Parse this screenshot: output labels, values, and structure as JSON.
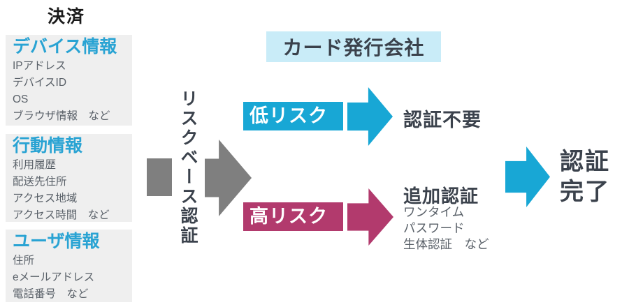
{
  "heading": "決済",
  "colors": {
    "cyan": "#18a7d5",
    "magenta": "#b23a6d",
    "gray": "#7f7f7f",
    "issuer_highlight": "#c9ecf8",
    "panel_background": "#efefef",
    "dark_text": "#3b424c",
    "body_text": "#5a6169"
  },
  "info_panels": [
    {
      "title": "デバイス情報",
      "items": [
        "IPアドレス",
        "デバイスID",
        "OS",
        "ブラウザ情報　など"
      ]
    },
    {
      "title": "行動情報",
      "items": [
        "利用履歴",
        "配送先住所",
        "アクセス地域",
        "アクセス時間　など"
      ]
    },
    {
      "title": "ユーザ情報",
      "items": [
        "住所",
        "eメールアドレス",
        "電話番号　など"
      ]
    }
  ],
  "process": {
    "vertical_label": "リスクベース認証"
  },
  "issuer": {
    "label": "カード発行会社"
  },
  "branches": {
    "low": {
      "tag": "低リスク",
      "outcome": "認証不要"
    },
    "high": {
      "tag": "高リスク",
      "outcome_title": "追加認証",
      "outcome_items": [
        "ワンタイム",
        "パスワード",
        "生体認証　など"
      ]
    }
  },
  "result": {
    "line1": "認証",
    "line2": "完了"
  }
}
